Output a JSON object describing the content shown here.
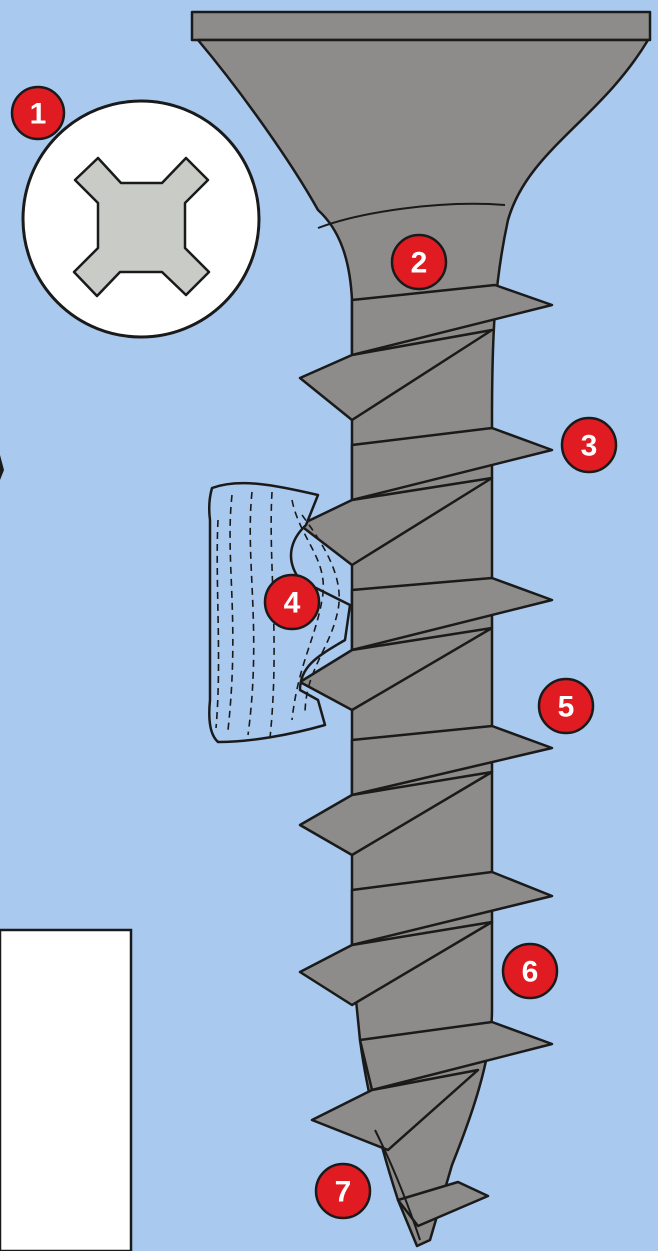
{
  "diagram": {
    "colors": {
      "background": "#a9c9ef",
      "screw_fill": "#8d8c8a",
      "screw_outline": "#1a1a1a",
      "callout_fill": "#e01b22",
      "drive_recess": "#c9ccc6",
      "wood_fiber": "#a9c9ef"
    },
    "callouts": [
      {
        "id": "1",
        "label": "1"
      },
      {
        "id": "2",
        "label": "2"
      },
      {
        "id": "3",
        "label": "3"
      },
      {
        "id": "4",
        "label": "4"
      },
      {
        "id": "5",
        "label": "5"
      },
      {
        "id": "6",
        "label": "6"
      },
      {
        "id": "7",
        "label": "7"
      }
    ]
  }
}
